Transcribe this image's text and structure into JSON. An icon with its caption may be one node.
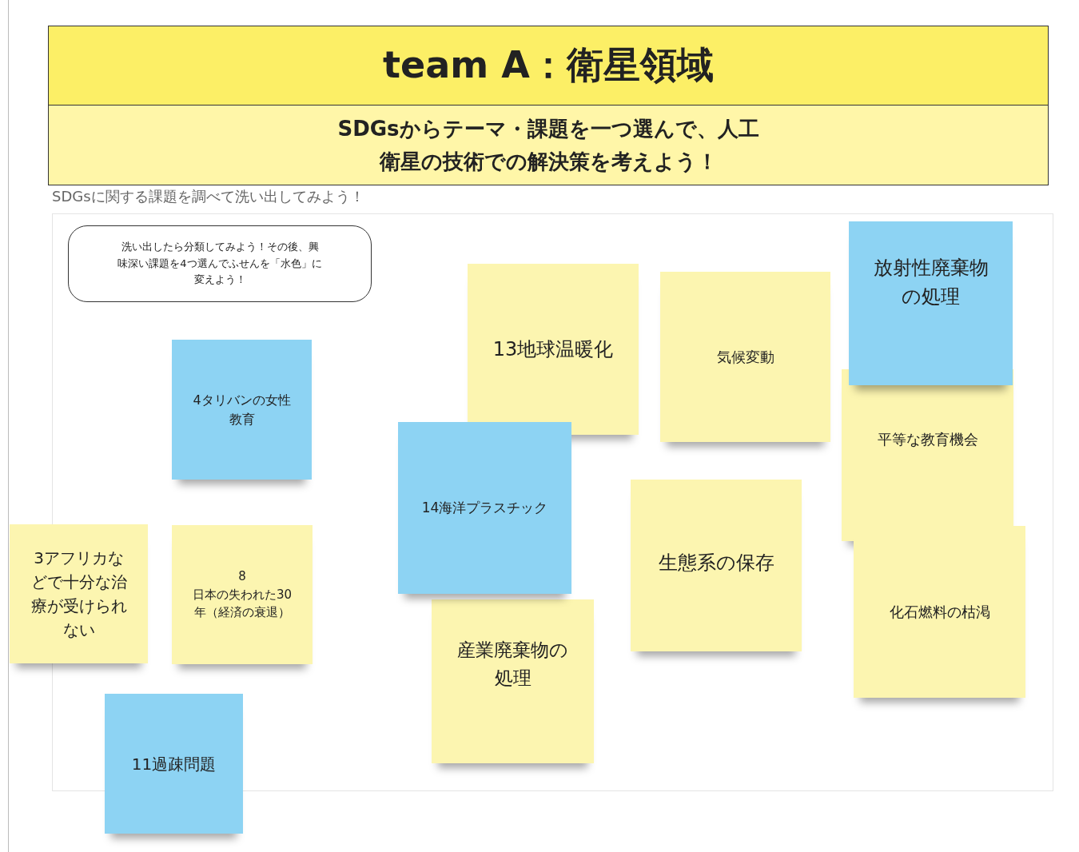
{
  "diagram": {
    "nodes": [
      {
        "text": [
          "team A：衛星領域"
        ]
      },
      {
        "text": [
          "SDGsからテーマ・課題を一つ選んで、人工衛星の技術での解決策を考えよう！"
        ]
      },
      {
        "text": [
          "洗い出したら分類してみよう！その後、興味深い課題を4つ選んでふせんを「水色」に変えよう！"
        ]
      },
      {
        "text": [
          "放射性廃棄物の処理"
        ]
      },
      {
        "text": [
          "13地球温暖化"
        ]
      },
      {
        "text": [
          "気候変動"
        ]
      },
      {
        "text": [
          "4タリバンの女性教育"
        ]
      },
      {
        "text": [
          "平等な教育機会"
        ]
      },
      {
        "text": [
          "14海洋プラスチック"
        ]
      },
      {
        "text": [
          "生態系の保存"
        ]
      },
      {
        "text": [
          "3アフリカなどで十分な治療が受けられない"
        ]
      },
      {
        "text": [
          "8",
          "日本の失われた30年（経済の衰退）"
        ]
      },
      {
        "text": [
          "化石燃料の枯渇"
        ]
      },
      {
        "text": [
          "産業廃棄物の処理"
        ]
      },
      {
        "text": [
          "11過疎問題"
        ]
      }
    ],
    "labels": [
      "SDGsに関する課題を調べて洗い出してみよう！"
    ]
  }
}
